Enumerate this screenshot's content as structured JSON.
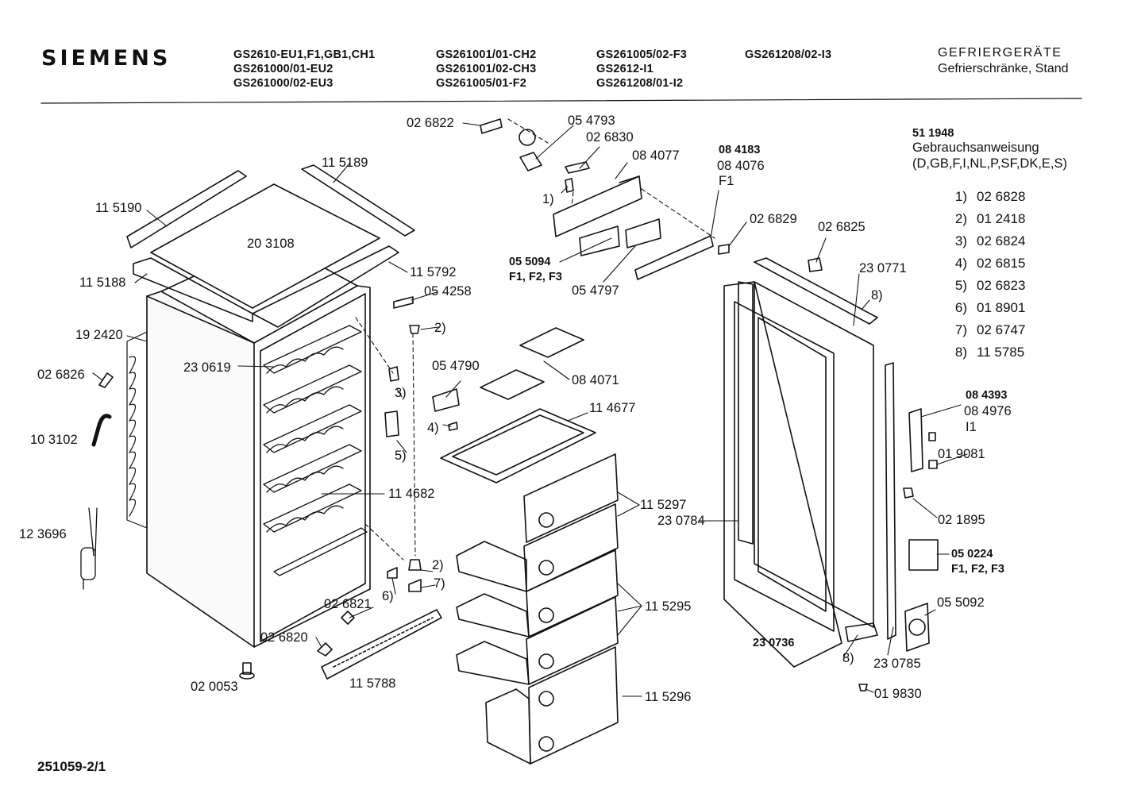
{
  "header": {
    "brand": "SIEMENS",
    "model_columns": [
      [
        "GS2610-EU1,F1,GB1,CH1",
        "GS261000/01-EU2",
        "GS261000/02-EU3"
      ],
      [
        "GS261001/01-CH2",
        "GS261001/02-CH3",
        "GS261005/01-F2"
      ],
      [
        "GS261005/02-F3",
        "GS2612-I1",
        "GS261208/01-I2"
      ],
      [
        "GS261208/02-I3"
      ]
    ],
    "category": "GEFRIERGERÄTE",
    "subcategory": "Gefrierschränke, Stand"
  },
  "manual": {
    "code": "51 1948",
    "title": "Gebrauchsanweisung",
    "languages": "(D,GB,F,I,NL,P,SF,DK,E,S)"
  },
  "legend": [
    {
      "num": "1)",
      "code": "02 6828"
    },
    {
      "num": "2)",
      "code": "01 2418"
    },
    {
      "num": "3)",
      "code": "02 6824"
    },
    {
      "num": "4)",
      "code": "02 6815"
    },
    {
      "num": "5)",
      "code": "02 6823"
    },
    {
      "num": "6)",
      "code": "01 8901"
    },
    {
      "num": "7)",
      "code": "02 6747"
    },
    {
      "num": "8)",
      "code": "11 5785"
    }
  ],
  "parts": {
    "p026822": "02 6822",
    "p054793": "05 4793",
    "p026830": "02 6830",
    "p084077": "08 4077",
    "p084183": "08 4183",
    "p084076": "08 4076",
    "pF1a": "F1",
    "p115189": "11 5189",
    "p115190": "11 5190",
    "p203108": "20 3108",
    "p115792": "11 5792",
    "p115188": "11 5188",
    "p026829": "02 6829",
    "p026825": "02 6825",
    "p230771": "23 0771",
    "p055094": "05 5094",
    "pF123a": "F1, F2, F3",
    "p054797": "05 4797",
    "p054258": "05 4258",
    "p192420": "19 2420",
    "p230619": "23 0619",
    "p026826": "02 6826",
    "p054790": "05 4790",
    "p084071": "08 4071",
    "p103102": "10 3102",
    "p114677": "11 4677",
    "p084393": "08 4393",
    "p084976": "08 4976",
    "pI1": "I1",
    "p019081": "01 9081",
    "p114682": "11 4682",
    "p115297": "11 5297",
    "p230784": "23 0784",
    "p021895": "02 1895",
    "p123696": "12 3696",
    "p050224": "05 0224",
    "pF123b": "F1, F2, F3",
    "p026821": "02 6821",
    "p115295": "11 5295",
    "p055092": "05 5092",
    "p026820": "02 6820",
    "p230736": "23 0736",
    "p230785": "23 0785",
    "p020053": "02 0053",
    "p115788": "11 5788",
    "p115296": "11 5296",
    "p019830": "01 9830"
  },
  "callouts": {
    "c1": "1)",
    "c2a": "2)",
    "c2b": "2)",
    "c3": "3)",
    "c4": "4)",
    "c5": "5)",
    "c6": "6)",
    "c7": "7)",
    "c8a": "8)",
    "c8b": "8)"
  },
  "footer": {
    "drawing_number": "251059-2/1"
  }
}
